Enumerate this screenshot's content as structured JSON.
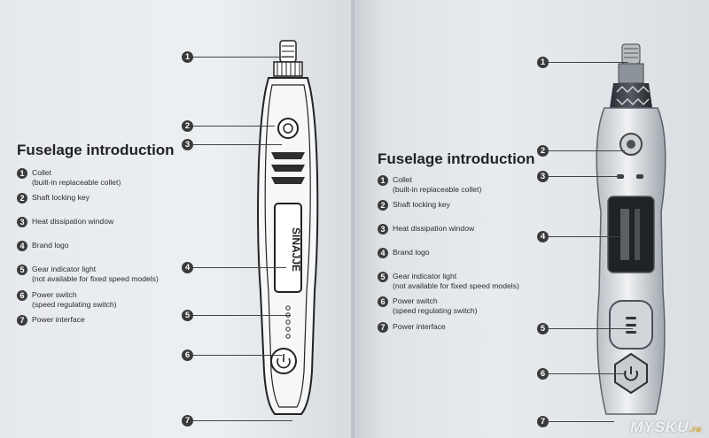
{
  "left_page": {
    "title": "Fuselage introduction",
    "items": [
      {
        "num": "1",
        "label": "Collet",
        "sub": "(built-in replaceable collet)"
      },
      {
        "num": "2",
        "label": "Shaft locking key",
        "sub": ""
      },
      {
        "num": "3",
        "label": "Heat dissipation window",
        "sub": ""
      },
      {
        "num": "4",
        "label": "Brand logo",
        "sub": ""
      },
      {
        "num": "5",
        "label": "Gear indicator light",
        "sub": "(not available for fixed speed models)"
      },
      {
        "num": "6",
        "label": "Power switch",
        "sub": "(speed regulating switch)"
      },
      {
        "num": "7",
        "label": "Power interface",
        "sub": ""
      }
    ],
    "brand": "SINAJJE",
    "callouts": [
      "1",
      "2",
      "3",
      "4",
      "5",
      "6",
      "7"
    ]
  },
  "right_page": {
    "title": "Fuselage introduction",
    "items": [
      {
        "num": "1",
        "label": "Collet",
        "sub": "(built-in replaceable collet)"
      },
      {
        "num": "2",
        "label": "Shaft locking key",
        "sub": ""
      },
      {
        "num": "3",
        "label": "Heat dissipation window",
        "sub": ""
      },
      {
        "num": "4",
        "label": "Brand logo",
        "sub": ""
      },
      {
        "num": "5",
        "label": "Gear indicator light",
        "sub": "(not available for fixed speed models)"
      },
      {
        "num": "6",
        "label": "Power switch",
        "sub": "(speed regulating switch)"
      },
      {
        "num": "7",
        "label": "Power interface",
        "sub": ""
      }
    ],
    "callouts": [
      "1",
      "2",
      "3",
      "4",
      "5",
      "6",
      "7"
    ]
  },
  "watermark": {
    "main": "MYSKU",
    "suffix": ".ru"
  }
}
